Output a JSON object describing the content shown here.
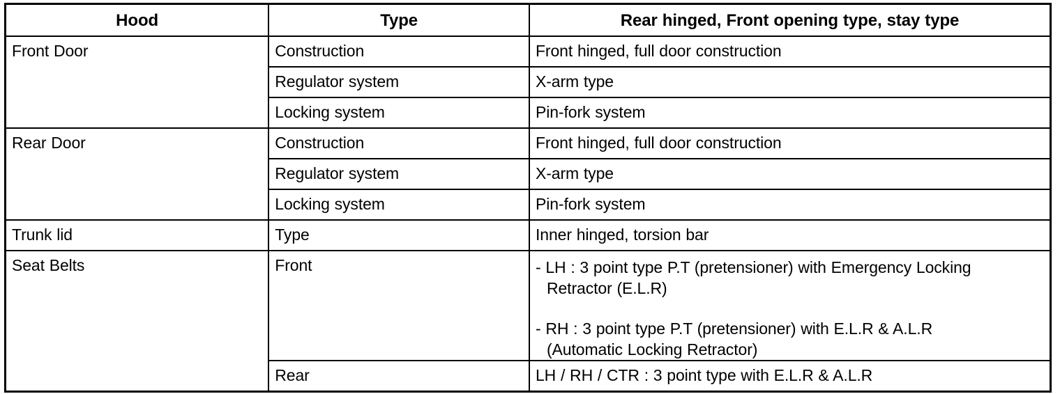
{
  "table": {
    "headers": [
      "Hood",
      "Type",
      "Rear hinged, Front opening type, stay type"
    ],
    "groups": [
      {
        "label": "Front Door",
        "rows": [
          {
            "sub": "Construction",
            "value": "Front hinged, full door construction"
          },
          {
            "sub": "Regulator system",
            "value": "X-arm type"
          },
          {
            "sub": "Locking system",
            "value": "Pin-fork system"
          }
        ]
      },
      {
        "label": "Rear Door",
        "rows": [
          {
            "sub": "Construction",
            "value": "Front hinged, full door construction"
          },
          {
            "sub": "Regulator system",
            "value": "X-arm type"
          },
          {
            "sub": "Locking system",
            "value": "Pin-fork system"
          }
        ]
      },
      {
        "label": "Trunk lid",
        "rows": [
          {
            "sub": "Type",
            "value": "Inner hinged, torsion bar"
          }
        ]
      },
      {
        "label": "Seat Belts",
        "rows": [
          {
            "sub": "Front",
            "value_lines": {
              "item1_line1": "-  LH : 3 point type P.T (pretensioner) with Emergency Locking",
              "item1_line2": "Retractor (E.L.R)",
              "item2_line1": "-  RH : 3 point type P.T (pretensioner) with E.L.R & A.L.R",
              "item2_line2": "(Automatic Locking Retractor)"
            }
          },
          {
            "sub": "Rear",
            "value": "LH / RH / CTR : 3 point type with E.L.R & A.L.R"
          }
        ]
      }
    ]
  }
}
